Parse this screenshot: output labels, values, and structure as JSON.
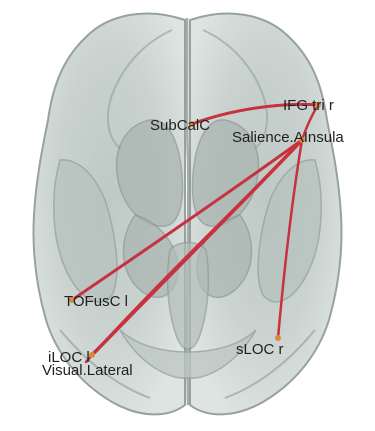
{
  "nodes": {
    "subcalc": {
      "label": "SubCalC"
    },
    "ifg_tri_r": {
      "label": "IFG tri r"
    },
    "salience_ainsula": {
      "label": "Salience.AInsula"
    },
    "tofusc_l": {
      "label": "TOFusC l"
    },
    "iloc_l": {
      "label": "iLOC l"
    },
    "visual_lateral": {
      "label": "Visual.Lateral"
    },
    "sloc_r": {
      "label": "sLOC r"
    }
  },
  "edges": [
    {
      "from": "SubCalC",
      "to": "IFG tri r"
    },
    {
      "from": "IFG tri r",
      "to": "Salience.AInsula"
    },
    {
      "from": "Salience.AInsula",
      "to": "TOFusC l"
    },
    {
      "from": "Salience.AInsula",
      "to": "iLOC l"
    },
    {
      "from": "Salience.AInsula",
      "to": "Visual.Lateral"
    },
    {
      "from": "Salience.AInsula",
      "to": "sLOC r"
    }
  ],
  "colors": {
    "brain_fill": "#c5cfcb",
    "brain_stroke": "#9aa6a2",
    "structure_fill": "#b3bdb9",
    "edge": "#c8323f",
    "node": "#d98a3a"
  }
}
